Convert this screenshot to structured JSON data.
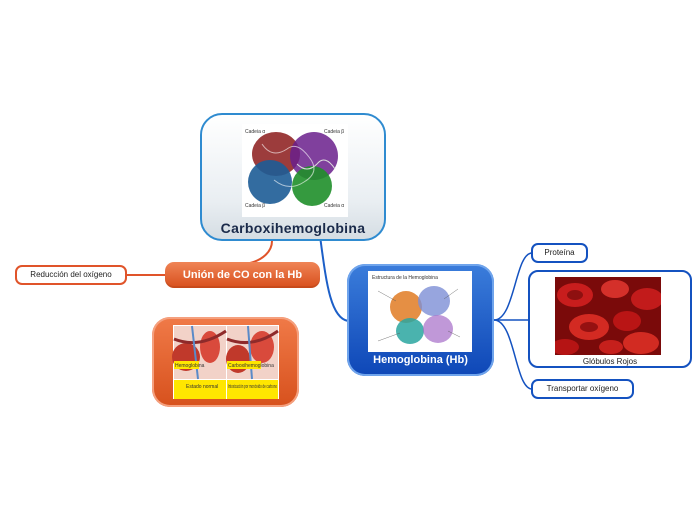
{
  "central": {
    "title": "Carboxihemoglobina"
  },
  "central_image": {
    "labels": [
      "Cadeia α",
      "Cadeia β",
      "Cadeia β",
      "Cadeia α"
    ]
  },
  "union": {
    "title": "Unión de CO con la Hb"
  },
  "reduccion": {
    "label": "Reducción del oxígeno"
  },
  "orange_image": {
    "left_caption_top": "Hemoglobina",
    "left_caption_bottom": "Estado normal",
    "right_caption_top": "Carboxihemoglobina",
    "right_caption_bottom": "Intoxicación por monóxido de carbono"
  },
  "hb": {
    "title": "Hemoglobina (Hb)"
  },
  "hb_image": {
    "heading": "Estructura de la Hemoglobina"
  },
  "proteina": {
    "label": "Proteína"
  },
  "globulos": {
    "label": "Glóbulos Rojos"
  },
  "transportar": {
    "label": "Transportar oxígeno"
  },
  "colors": {
    "orange": "#e0542a",
    "blue": "#1452c0",
    "central_border": "#2f8bd0",
    "title_dark": "#1a2a4a"
  },
  "icons": [
    "hemoglobin-structure-illustration",
    "blood-vessel-illustration",
    "red-blood-cells-photo"
  ]
}
